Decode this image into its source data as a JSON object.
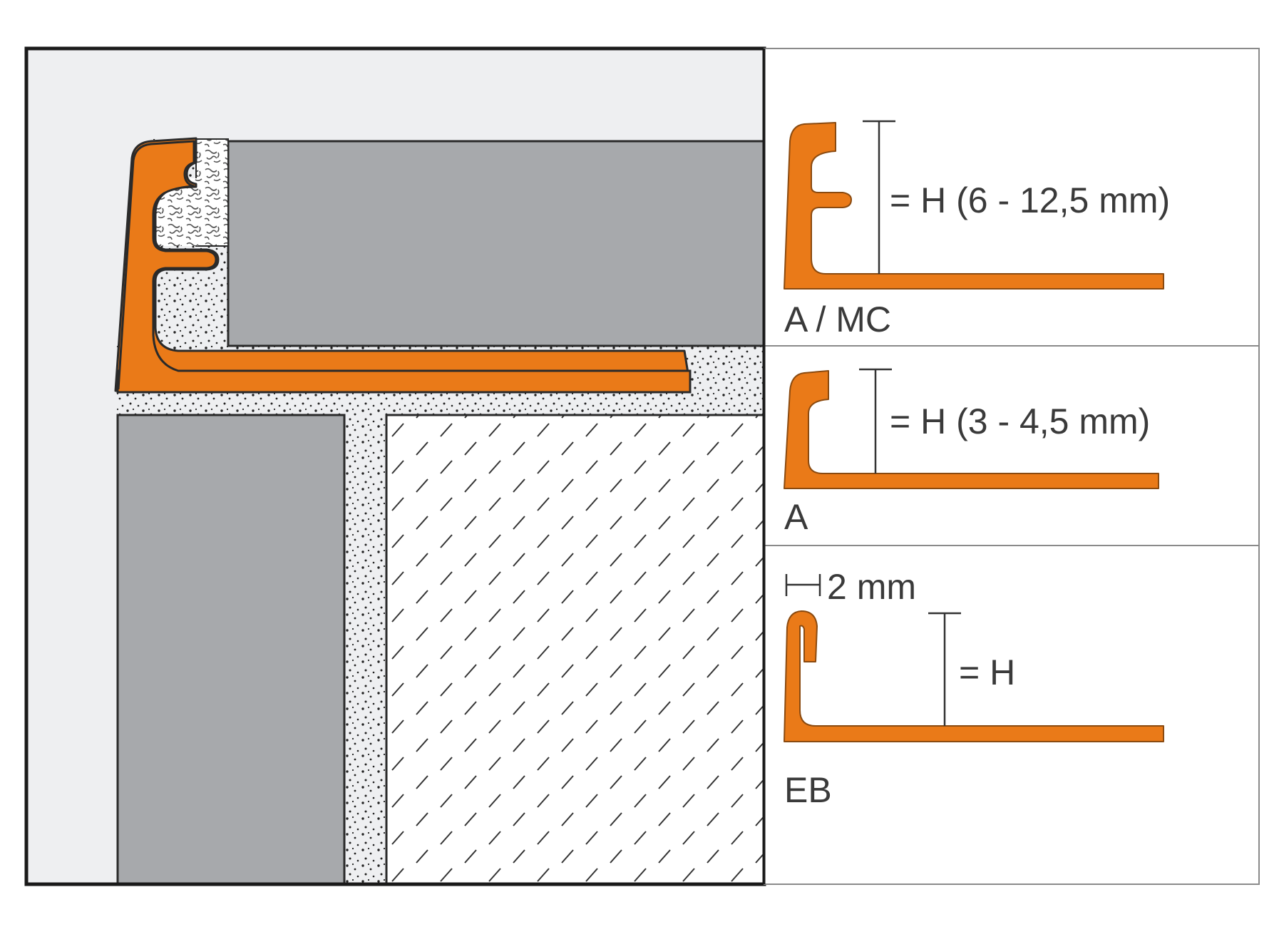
{
  "colors": {
    "profile": "#ea7a18",
    "profile_outline": "#2a2a2a",
    "tile": "#a7a9ac",
    "background": "#eeeff1",
    "mortar": "#ffffff",
    "panel_border": "#8a8a8a"
  },
  "profiles": [
    {
      "id": "a-mc",
      "label": "A / MC",
      "height_label": "= H (6 - 12,5 mm)"
    },
    {
      "id": "a",
      "label": "A",
      "height_label": "= H (3 - 4,5 mm)"
    },
    {
      "id": "eb",
      "label": "EB",
      "height_label": "= H",
      "thickness_label": "2 mm"
    }
  ]
}
